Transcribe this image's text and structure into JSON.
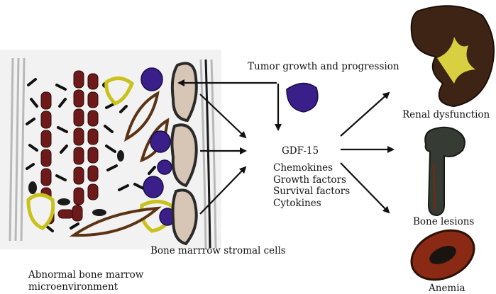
{
  "labels": {
    "tumor_growth": "Tumor growth and progression",
    "gdf15": "GDF-15",
    "factors": [
      "Chemokines",
      "Growth factors",
      "Survival factors",
      "Cytokines"
    ],
    "stromal": "Bone marrrow stromal cells",
    "abnormal_line1": "Abnormal bone marrow",
    "abnormal_line2": "microenvironment",
    "renal": "Renal dysfunction",
    "bone_lesions": "Bone lesions",
    "anemia": "Anemia"
  },
  "colors": {
    "dark_red": "#6e1a1a",
    "purple": "#3a1f8a",
    "yellow_green": "#c9c21b",
    "brown": "#5a3214",
    "stromal_beige": "#d7c6b5",
    "kidney_brown": "#3e2414",
    "kidney_yellow": "#d8d040",
    "bone_dark": "#363c33",
    "rbc_red": "#8a2a14",
    "rbc_dark": "#1a1410"
  }
}
